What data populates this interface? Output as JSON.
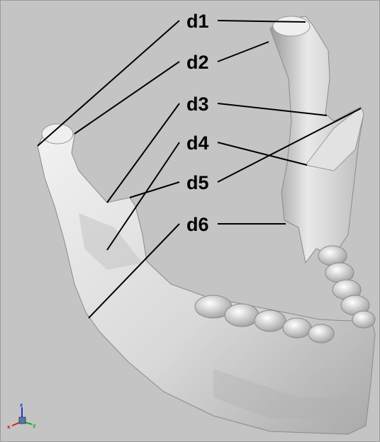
{
  "labels": {
    "d1": "d1",
    "d2": "d2",
    "d3": "d3",
    "d4": "d4",
    "d5": "d5",
    "d6": "d6"
  },
  "axis_triad": {
    "z": "z",
    "x": "x",
    "y": "y"
  },
  "colors": {
    "background": "#c4c4c4",
    "bone": "#e6e6e6",
    "bone_shadow": "#9c9c9c",
    "leader_line": "#000000",
    "axis_x": "#cc2222",
    "axis_y": "#22aa22",
    "axis_z": "#2233cc"
  },
  "icons": [
    "mandible-3d-model",
    "axis-triad-icon"
  ]
}
